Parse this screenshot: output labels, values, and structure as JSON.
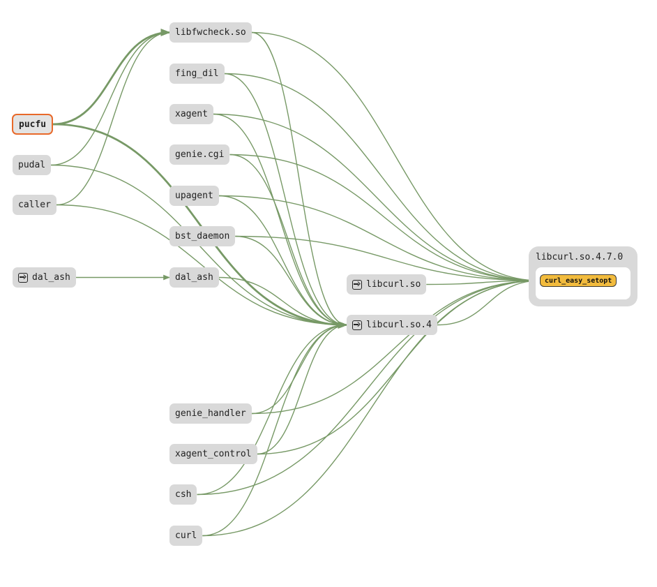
{
  "nodes": {
    "pucfu": "pucfu",
    "pudal": "pudal",
    "caller": "caller",
    "dal_ash_left": "dal_ash",
    "libfwcheck": "libfwcheck.so",
    "fing_dil": "fing_dil",
    "xagent": "xagent",
    "genie_cgi": "genie.cgi",
    "upagent": "upagent",
    "bst_daemon": "bst_daemon",
    "dal_ash_mid": "dal_ash",
    "genie_handler": "genie_handler",
    "xagent_control": "xagent_control",
    "csh": "csh",
    "curl": "curl",
    "libcurl_so": "libcurl.so",
    "libcurl_so4": "libcurl.so.4"
  },
  "group": {
    "title": "libcurl.so.4.7.0",
    "function": "curl_easy_setopt"
  },
  "selected_node": "pucfu",
  "colors": {
    "edge": "#779966",
    "selected_border": "#e8692a",
    "node_bg": "#d9d9d9",
    "function_bg": "#f2bb3d"
  },
  "edges": [
    {
      "from": "pucfu",
      "to": "libfwcheck",
      "highlight": true
    },
    {
      "from": "pucfu",
      "to": "libcurl_so4",
      "highlight": true
    },
    {
      "from": "pudal",
      "to": "libfwcheck"
    },
    {
      "from": "pudal",
      "to": "libcurl_so4"
    },
    {
      "from": "caller",
      "to": "libfwcheck"
    },
    {
      "from": "caller",
      "to": "libcurl_so4"
    },
    {
      "from": "dal_ash_left",
      "to": "dal_ash_mid"
    },
    {
      "from": "libfwcheck",
      "to": "libcurl_so4"
    },
    {
      "from": "fing_dil",
      "to": "libcurl_so4"
    },
    {
      "from": "xagent",
      "to": "libcurl_so4"
    },
    {
      "from": "genie_cgi",
      "to": "libcurl_so4"
    },
    {
      "from": "upagent",
      "to": "libcurl_so4"
    },
    {
      "from": "bst_daemon",
      "to": "libcurl_so4"
    },
    {
      "from": "dal_ash_mid",
      "to": "libcurl_so4"
    },
    {
      "from": "genie_handler",
      "to": "libcurl_so4"
    },
    {
      "from": "xagent_control",
      "to": "libcurl_so4"
    },
    {
      "from": "csh",
      "to": "libcurl_so4"
    },
    {
      "from": "curl",
      "to": "libcurl_so4"
    },
    {
      "from": "libfwcheck",
      "to": "curl_easy_setopt"
    },
    {
      "from": "fing_dil",
      "to": "curl_easy_setopt"
    },
    {
      "from": "xagent",
      "to": "curl_easy_setopt"
    },
    {
      "from": "genie_cgi",
      "to": "curl_easy_setopt"
    },
    {
      "from": "upagent",
      "to": "curl_easy_setopt"
    },
    {
      "from": "bst_daemon",
      "to": "curl_easy_setopt"
    },
    {
      "from": "libcurl_so",
      "to": "curl_easy_setopt"
    },
    {
      "from": "libcurl_so4",
      "to": "curl_easy_setopt"
    },
    {
      "from": "genie_handler",
      "to": "curl_easy_setopt"
    },
    {
      "from": "xagent_control",
      "to": "curl_easy_setopt"
    },
    {
      "from": "csh",
      "to": "curl_easy_setopt"
    },
    {
      "from": "curl",
      "to": "curl_easy_setopt"
    }
  ]
}
